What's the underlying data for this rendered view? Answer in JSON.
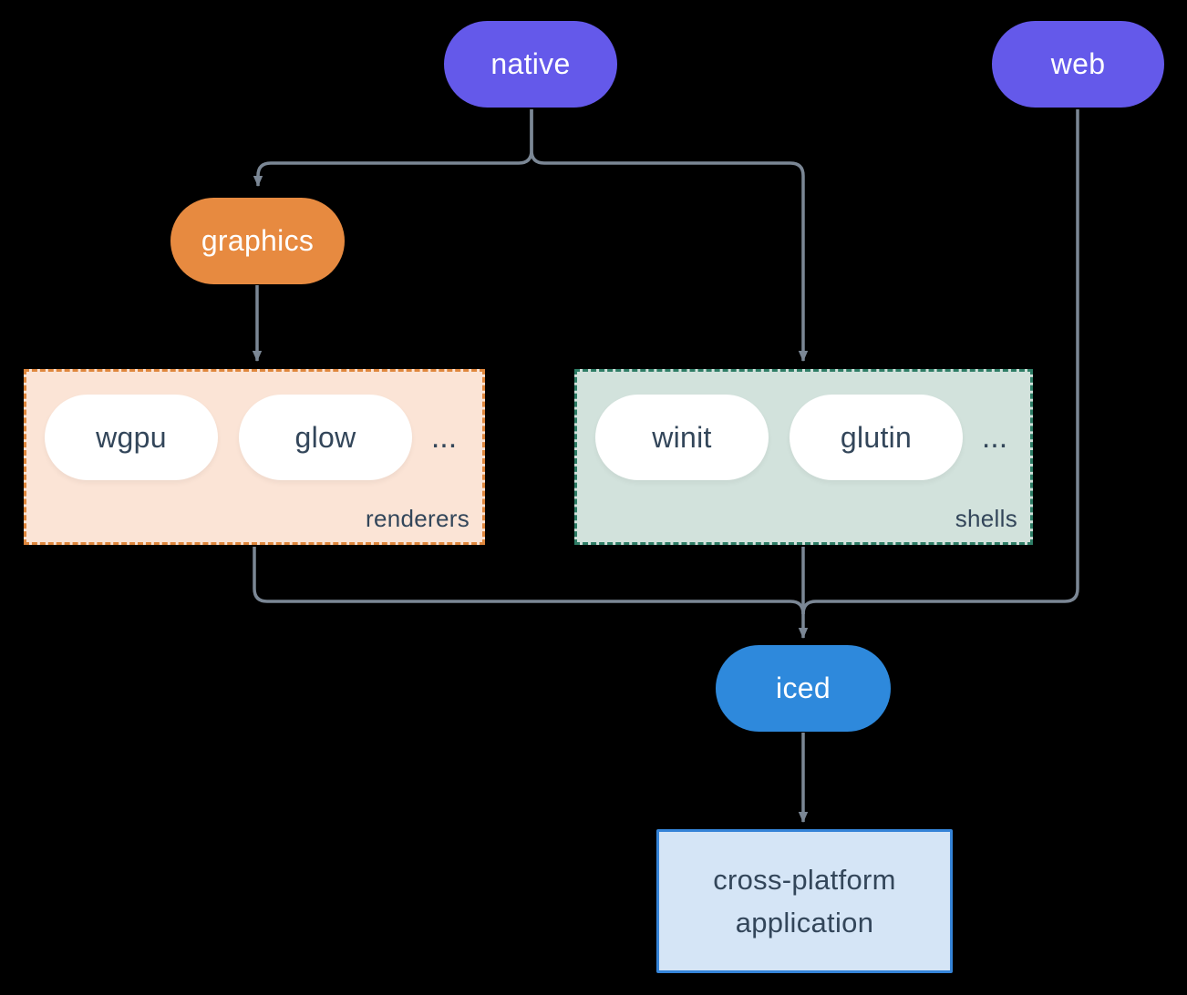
{
  "nodes": {
    "native": {
      "label": "native",
      "color": "#6459ea"
    },
    "web": {
      "label": "web",
      "color": "#6459ea"
    },
    "graphics": {
      "label": "graphics",
      "color": "#e78a40"
    },
    "iced": {
      "label": "iced",
      "color": "#2e89dc"
    },
    "application": {
      "label": "cross-platform\napplication",
      "fill": "#d5e5f6",
      "border": "#3584d8"
    }
  },
  "groups": {
    "renderers": {
      "label": "renderers",
      "items": [
        "wgpu",
        "glow"
      ],
      "ellipsis": "...",
      "fill": "#fbe4d6",
      "border": "#df873d"
    },
    "shells": {
      "label": "shells",
      "items": [
        "winit",
        "glutin"
      ],
      "ellipsis": "...",
      "fill": "#d2e2dc",
      "border": "#2e7d66"
    }
  },
  "edges": [
    {
      "from": "native",
      "to": "graphics"
    },
    {
      "from": "native",
      "to": "shells"
    },
    {
      "from": "graphics",
      "to": "renderers"
    },
    {
      "from": "renderers",
      "to": "iced"
    },
    {
      "from": "shells",
      "to": "iced"
    },
    {
      "from": "web",
      "to": "iced"
    },
    {
      "from": "iced",
      "to": "application"
    }
  ],
  "colors": {
    "background": "#000000",
    "connector": "#7b8795",
    "dark_text": "#33465a",
    "light_text": "#ffffff"
  }
}
